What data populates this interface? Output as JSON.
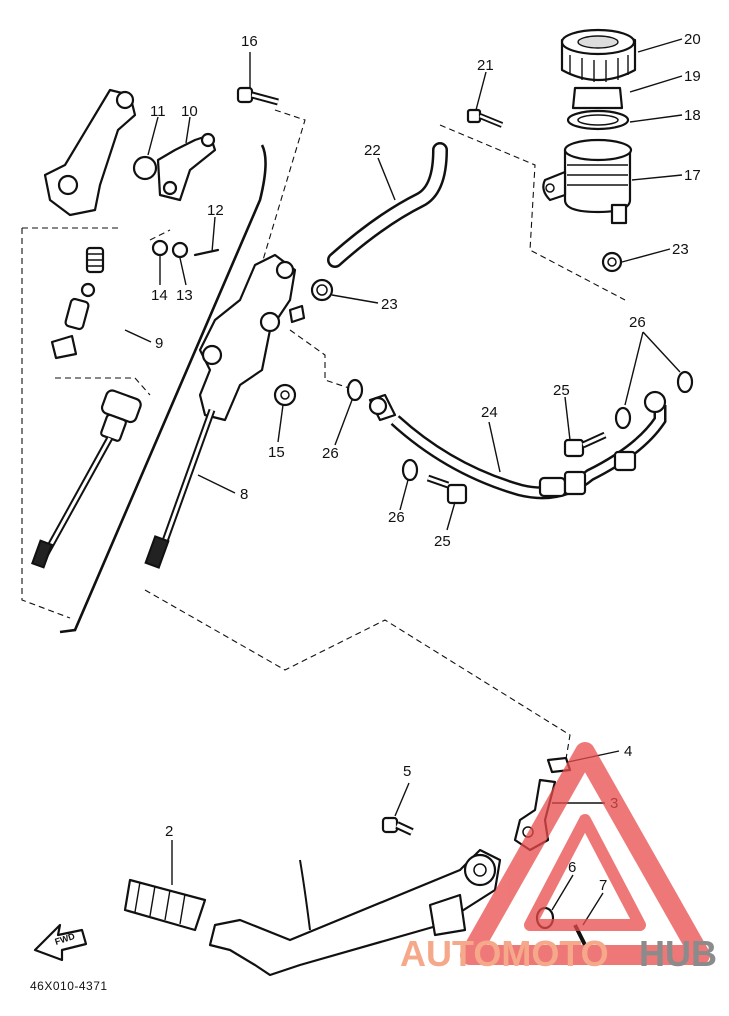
{
  "diagram": {
    "reference_code": "46X010-4371",
    "fwd_label": "FWD",
    "watermark": {
      "part1": "AUTOMOTO",
      "part2": "HUB",
      "color_main": "#f6a88a",
      "color_accent": "#8b8b8b",
      "logo_color": "#e94c4c"
    },
    "callouts": {
      "n2": "2",
      "n3": "3",
      "n4": "4",
      "n5": "5",
      "n6": "6",
      "n7": "7",
      "n8": "8",
      "n9": "9",
      "n10": "10",
      "n11": "11",
      "n12": "12",
      "n13": "13",
      "n14": "14",
      "n15": "15",
      "n16": "16",
      "n17": "17",
      "n18": "18",
      "n19": "19",
      "n20": "20",
      "n21": "21",
      "n22": "22",
      "n23a": "23",
      "n23b": "23",
      "n24": "24",
      "n25a": "25",
      "n25b": "25",
      "n26a": "26",
      "n26b": "26",
      "n26c": "26"
    }
  }
}
